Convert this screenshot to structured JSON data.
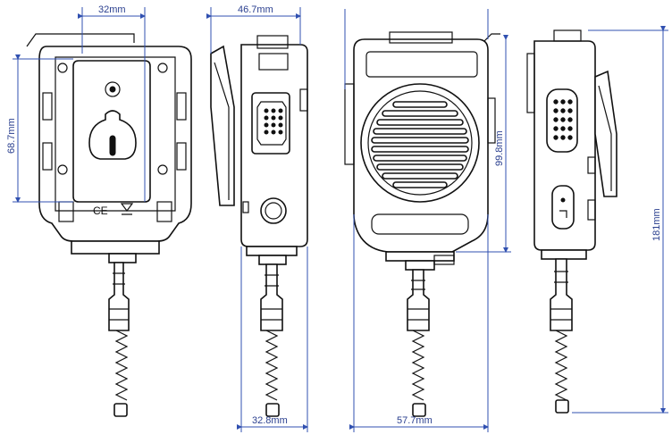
{
  "dimensions": {
    "back_width": "32mm",
    "back_height": "68.7mm",
    "side_depth_top": "46.7mm",
    "side_depth_bottom": "32.8mm",
    "front_width": "57.7mm",
    "front_height": "99.8mm",
    "total_length": "181mm"
  },
  "colors": {
    "dimension": "#2a3f8f",
    "outline": "#111111",
    "background": "#ffffff"
  },
  "marks": {
    "ce": "CE"
  }
}
